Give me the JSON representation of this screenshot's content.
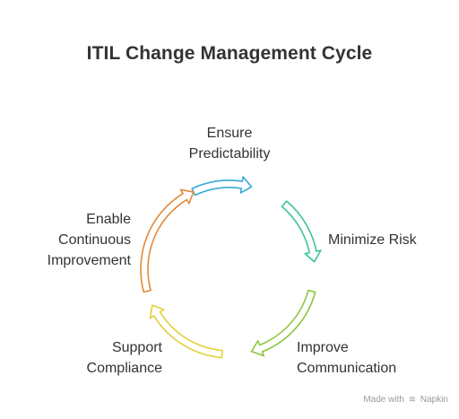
{
  "title": "ITIL Change Management Cycle",
  "cycle": [
    {
      "id": "predictability",
      "lines": [
        "Ensure",
        "Predictability"
      ],
      "color": "#3aa9d6"
    },
    {
      "id": "risk",
      "lines": [
        "Minimize Risk"
      ],
      "color": "#3cc39a"
    },
    {
      "id": "communication",
      "lines": [
        "Improve",
        "Communication"
      ],
      "color": "#8cc63f"
    },
    {
      "id": "compliance",
      "lines": [
        "Support",
        "Compliance"
      ],
      "color": "#e3cf3b"
    },
    {
      "id": "improvement",
      "lines": [
        "Enable",
        "Continuous",
        "Improvement"
      ],
      "color": "#e08a3a"
    }
  ],
  "watermark": {
    "prefix": "Made with",
    "brand": "Napkin",
    "icon": "napkin-logo-icon"
  }
}
